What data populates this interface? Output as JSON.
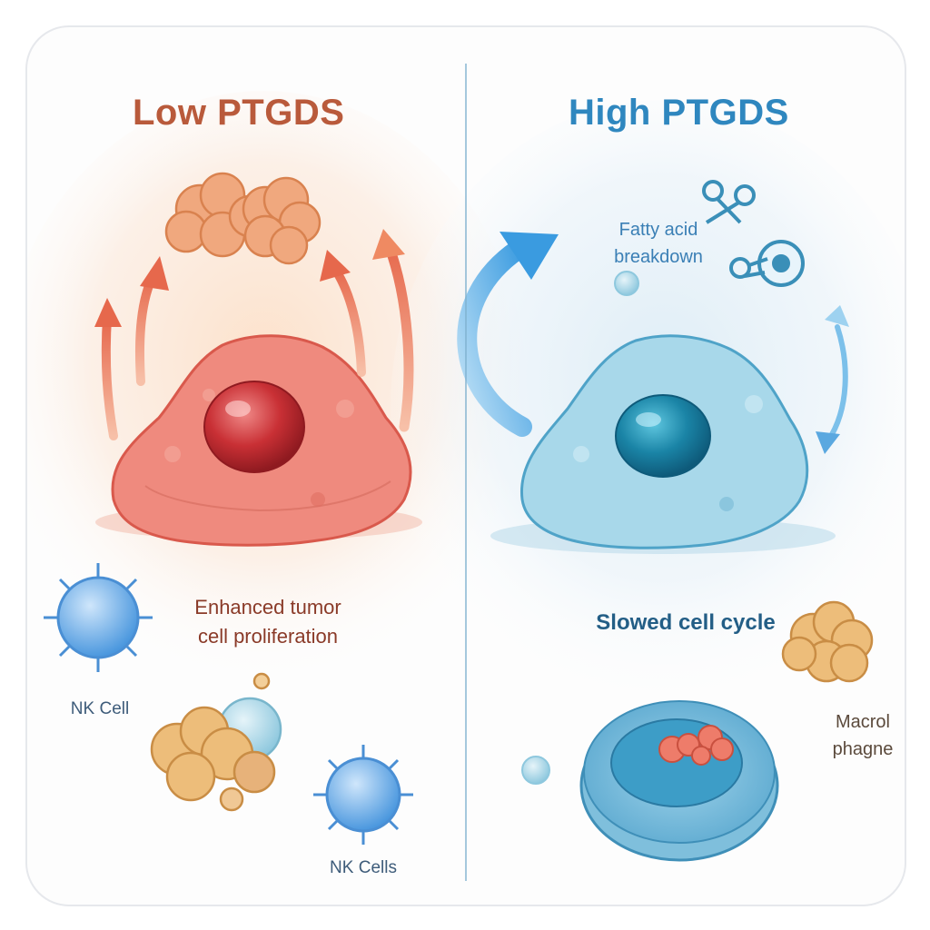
{
  "left_panel": {
    "title": "Low PTGDS",
    "caption_line1": "Enhanced tumor",
    "caption_line2": "cell proliferation",
    "nk_label_1": "NK Cell",
    "nk_label_2": "NK  Cells"
  },
  "right_panel": {
    "title": "High PTGDS",
    "fatty_line1": "Fatty acid",
    "fatty_line2": "breakdown",
    "caption": "Slowed cell cycle",
    "macro_line1": "Macrol",
    "macro_line2": "phagne"
  },
  "colors": {
    "low_title": "#b95a3b",
    "high_title": "#2f87bf",
    "tumor_red": "#e8756a",
    "tumor_blue": "#8fcbe0",
    "nk_blue": "#5aa6e6",
    "macrophage": "#e5a867"
  },
  "icons": [
    "arrow-up-icon",
    "arrow-curve-icon",
    "scissors-icon",
    "nk-cell-icon",
    "macrophage-icon",
    "tumor-cell-icon"
  ]
}
